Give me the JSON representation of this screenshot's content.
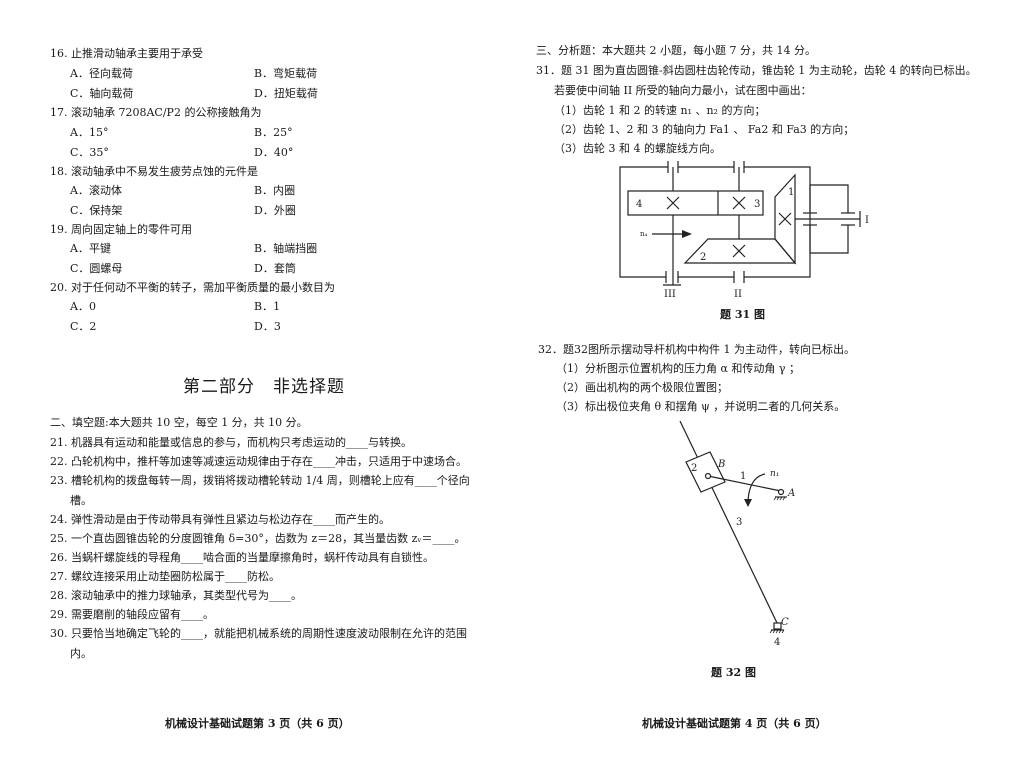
{
  "left_page": {
    "mc_questions": [
      {
        "num": "16.",
        "stem": "止推滑动轴承主要用于承受",
        "options": [
          "A．径向载荷",
          "B．弯矩载荷",
          "C．轴向载荷",
          "D．扭矩载荷"
        ]
      },
      {
        "num": "17.",
        "stem": "滚动轴承 7208AC/P2 的公称接触角为",
        "options": [
          "A．15°",
          "B．25°",
          "C．35°",
          "D．40°"
        ]
      },
      {
        "num": "18.",
        "stem": "滚动轴承中不易发生疲劳点蚀的元件是",
        "options": [
          "A．滚动体",
          "B．内圈",
          "C．保持架",
          "D．外圈"
        ]
      },
      {
        "num": "19.",
        "stem": "周向固定轴上的零件可用",
        "options": [
          "A．平键",
          "B．轴端挡圈",
          "C．圆螺母",
          "D．套筒"
        ]
      },
      {
        "num": "20.",
        "stem": "对于任何动不平衡的转子，需加平衡质量的最小数目为",
        "options": [
          "A．0",
          "B．1",
          "C．2",
          "D．3"
        ]
      }
    ],
    "part_title": "第二部分　非选择题",
    "fill_section_header": "二、填空题:本大题共 10 空，每空 1 分，共 10 分。",
    "fill_questions": [
      {
        "num": "21.",
        "text": "机器具有运动和能量或信息的参与，而机构只考虑运动的____与转换。"
      },
      {
        "num": "22.",
        "text": "凸轮机构中，推杆等加速等减速运动规律由于存在____冲击，只适用于中速场合。"
      },
      {
        "num": "23.",
        "text": "槽轮机构的拨盘每转一周，拨销将拨动槽轮转动 1/4 周，则槽轮上应有____个径向",
        "cont": "槽。"
      },
      {
        "num": "24.",
        "text": "弹性滑动是由于传动带具有弹性且紧边与松边存在____而产生的。"
      },
      {
        "num": "25.",
        "text": "一个直齿圆锥齿轮的分度圆锥角 δ=30°，齿数为 z＝28，其当量齿数 zᵥ＝____。"
      },
      {
        "num": "26.",
        "text": "当蜗杆螺旋线的导程角____啮合面的当量摩擦角时，蜗杆传动具有自锁性。"
      },
      {
        "num": "27.",
        "text": "螺纹连接采用止动垫圈防松属于____防松。"
      },
      {
        "num": "28.",
        "text": "滚动轴承中的推力球轴承，其类型代号为____。"
      },
      {
        "num": "29.",
        "text": "需要磨削的轴段应留有____。"
      },
      {
        "num": "30.",
        "text": "只要恰当地确定飞轮的____，就能把机械系统的周期性速度波动限制在允许的范围",
        "cont": "内。"
      }
    ],
    "footer": "机械设计基础试题第 3 页（共 6 页）"
  },
  "right_page": {
    "analysis_header": "三、分析题：本大题共 2 小题，每小题 7 分，共 14 分。",
    "q31": {
      "line1": "31．题 31 图为直齿圆锥-斜齿圆柱齿轮传动，锥齿轮 1 为主动轮，齿轮 4 的转向已标出。",
      "line2": "若要使中间轴 II 所受的轴向力最小，试在图中画出：",
      "subs": [
        "（1）齿轮 1 和 2 的转速 n₁ 、n₂ 的方向；",
        "（2）齿轮 1、2 和 3 的轴向力 Fa1 、 Fa2 和 Fa3 的方向；",
        "（3）齿轮 3 和 4 的螺旋线方向。"
      ],
      "figure": {
        "caption": "题 31 图",
        "labels": {
          "gear1": "1",
          "gear2": "2",
          "gear3": "3",
          "gear4": "4",
          "shaft1": "I",
          "shaft2": "II",
          "shaft3": "III",
          "n4": "n₄"
        }
      }
    },
    "q32": {
      "line1": "32．题32图所示摆动导杆机构中构件 1 为主动件，转向已标出。",
      "subs": [
        "（1）分析图示位置机构的压力角 α 和传动角 γ ；",
        "（2）画出机构的两个极限位置图；",
        "（3）标出极位夹角 θ 和摆角 ψ ，并说明二者的几何关系。"
      ],
      "figure": {
        "caption": "题 32 图",
        "labels": {
          "link2": "2",
          "B": "B",
          "link1": "1",
          "n1": "n₁",
          "A": "A",
          "link3": "3",
          "C": "C",
          "frame4": "4"
        }
      }
    },
    "footer": "机械设计基础试题第 4 页（共 6 页）"
  }
}
